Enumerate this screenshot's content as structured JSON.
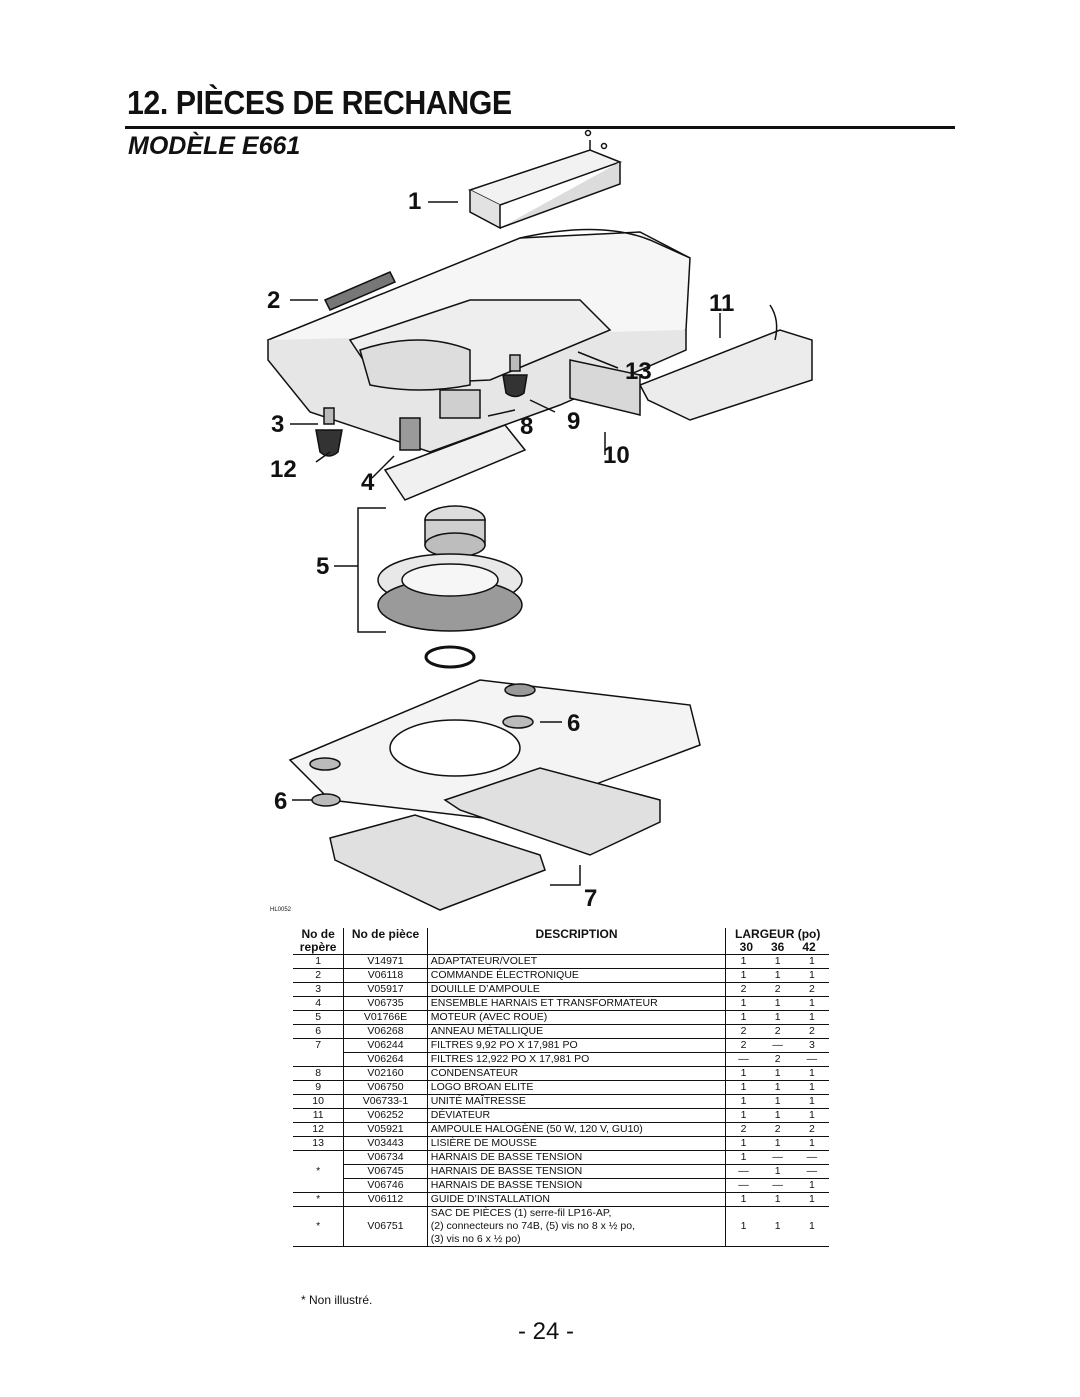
{
  "header": {
    "title": "12. PIÈCES DE RECHANGE",
    "model": "MODÈLE E661"
  },
  "diagram": {
    "code": "HL0052",
    "callouts": [
      "1",
      "2",
      "11",
      "13",
      "3",
      "8",
      "9",
      "10",
      "12",
      "4",
      "5",
      "6",
      "6",
      "7"
    ]
  },
  "table": {
    "head": {
      "ref_line1": "No de",
      "ref_line2": "repère",
      "part": "No de pièce",
      "description": "DESCRIPTION",
      "width": "LARGEUR (po)",
      "w30": "30",
      "w36": "36",
      "w42": "42"
    },
    "rows": [
      {
        "ref": "1",
        "part": "V14971",
        "desc": "ADAPTATEUR/VOLET",
        "w30": "1",
        "w36": "1",
        "w42": "1"
      },
      {
        "ref": "2",
        "part": "V06118",
        "desc": "COMMANDE ÉLECTRONIQUE",
        "w30": "1",
        "w36": "1",
        "w42": "1"
      },
      {
        "ref": "3",
        "part": "V05917",
        "desc": "DOUILLE D’AMPOULE",
        "w30": "2",
        "w36": "2",
        "w42": "2"
      },
      {
        "ref": "4",
        "part": "V06735",
        "desc": "ENSEMBLE HARNAIS ET TRANSFORMATEUR",
        "w30": "1",
        "w36": "1",
        "w42": "1"
      },
      {
        "ref": "5",
        "part": "V01766E",
        "desc": "MOTEUR (AVEC ROUE)",
        "w30": "1",
        "w36": "1",
        "w42": "1"
      },
      {
        "ref": "6",
        "part": "V06268",
        "desc": "ANNEAU MÉTALLIQUE",
        "w30": "2",
        "w36": "2",
        "w42": "2"
      },
      {
        "ref": "7",
        "part": "V06244",
        "desc": "FILTRES 9,92 PO X 17,981 PO",
        "w30": "2",
        "w36": "—",
        "w42": "3"
      },
      {
        "ref": "",
        "part": "V06264",
        "desc": "FILTRES 12,922 PO X 17,981 PO",
        "w30": "—",
        "w36": "2",
        "w42": "—"
      },
      {
        "ref": "8",
        "part": "V02160",
        "desc": "CONDENSATEUR",
        "w30": "1",
        "w36": "1",
        "w42": "1"
      },
      {
        "ref": "9",
        "part": "V06750",
        "desc": "LOGO BROAN ELITE",
        "w30": "1",
        "w36": "1",
        "w42": "1"
      },
      {
        "ref": "10",
        "part": "V06733-1",
        "desc": "UNITÉ MAÎTRESSE",
        "w30": "1",
        "w36": "1",
        "w42": "1"
      },
      {
        "ref": "11",
        "part": "V06252",
        "desc": "DÉVIATEUR",
        "w30": "1",
        "w36": "1",
        "w42": "1"
      },
      {
        "ref": "12",
        "part": "V05921",
        "desc": "AMPOULE HALOGÈNE (50 W, 120 V, GU10)",
        "w30": "2",
        "w36": "2",
        "w42": "2"
      },
      {
        "ref": "13",
        "part": "V03443",
        "desc": "LISIÈRE DE MOUSSE",
        "w30": "1",
        "w36": "1",
        "w42": "1"
      },
      {
        "ref": "",
        "part": "V06734",
        "desc": "HARNAIS DE BASSE TENSION",
        "w30": "1",
        "w36": "—",
        "w42": "—"
      },
      {
        "ref": "*",
        "part": "V06745",
        "desc": "HARNAIS DE BASSE TENSION",
        "w30": "—",
        "w36": "1",
        "w42": "—"
      },
      {
        "ref": "",
        "part": "V06746",
        "desc": "HARNAIS DE BASSE TENSION",
        "w30": "—",
        "w36": "—",
        "w42": "1"
      },
      {
        "ref": "*",
        "part": "V06112",
        "desc": "GUIDE D’INSTALLATION",
        "w30": "1",
        "w36": "1",
        "w42": "1"
      }
    ],
    "last_row": {
      "ref": "*",
      "part": "V06751",
      "desc1": "SAC DE PIÈCES (1) serre-fil LP16-AP,",
      "desc2": "(2) connecteurs no 74B, (5) vis no 8 x ½ po,",
      "desc3": "(3) vis no 6 x ½ po)",
      "w30": "1",
      "w36": "1",
      "w42": "1"
    }
  },
  "footnote": "* Non illustré.",
  "page_number": "- 24 -"
}
